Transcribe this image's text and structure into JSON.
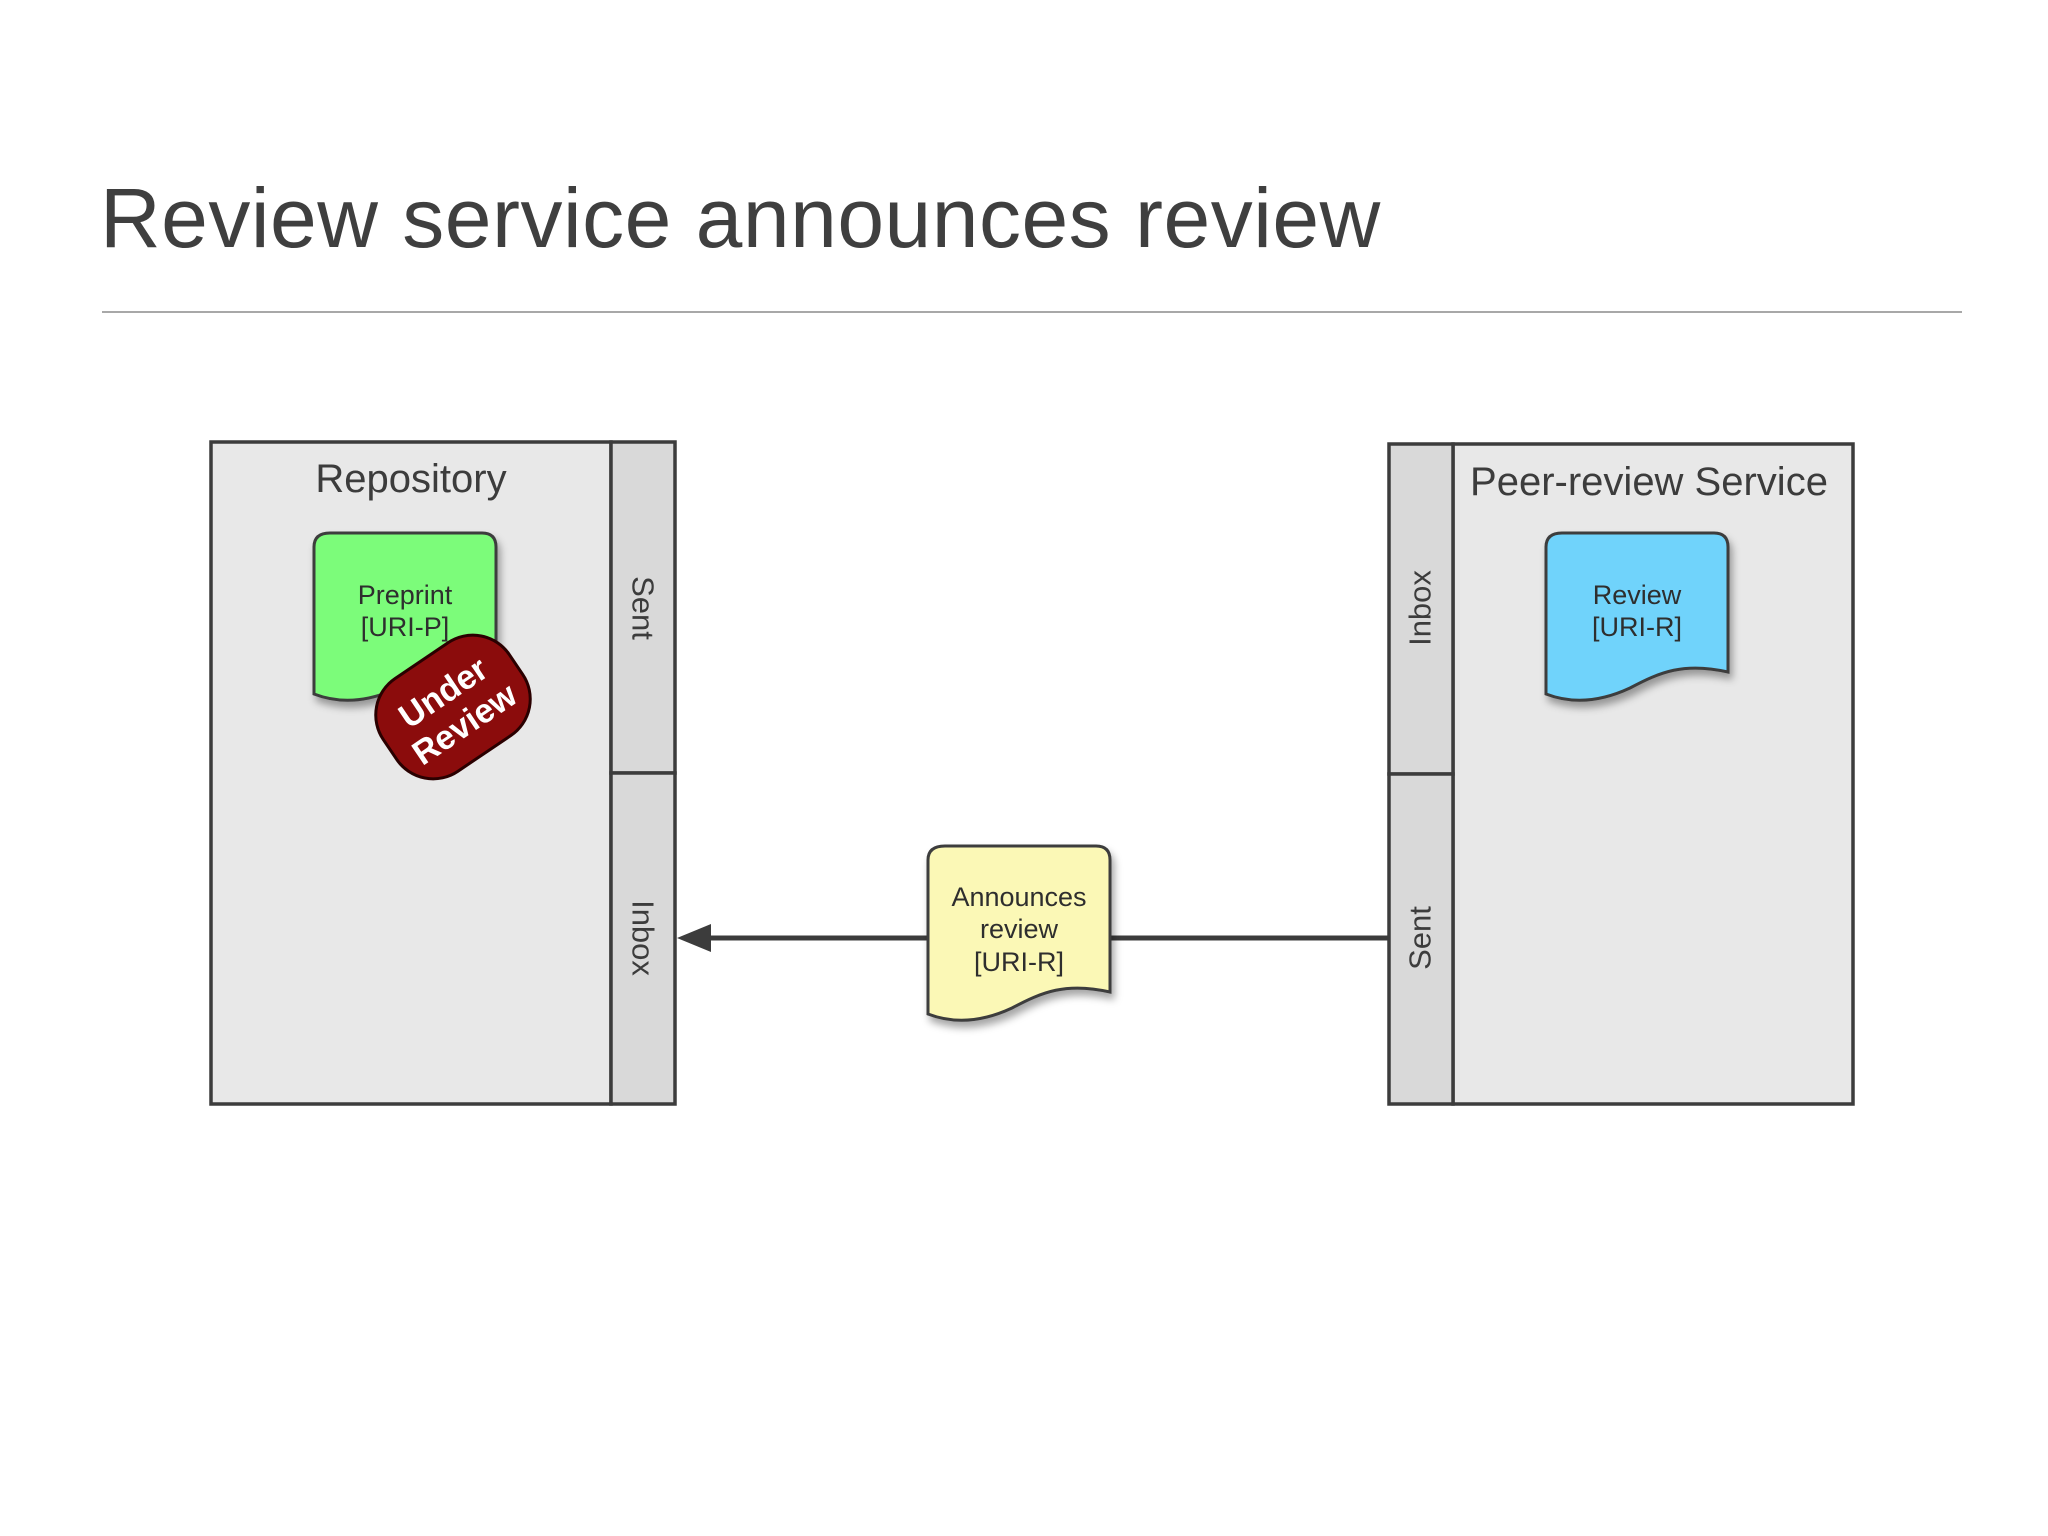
{
  "slide": {
    "title": "Review service announces review"
  },
  "repository": {
    "label": "Repository",
    "sent_label": "Sent",
    "inbox_label": "Inbox",
    "document": {
      "line1": "Preprint",
      "line2": "[URI-P]"
    },
    "stamp": {
      "line1": "Under",
      "line2": "Review"
    }
  },
  "peer_review_service": {
    "label": "Peer-review Service",
    "inbox_label": "Inbox",
    "sent_label": "Sent",
    "document": {
      "line1": "Review",
      "line2": "[URI-R]"
    }
  },
  "message": {
    "line1": "Announces",
    "line2": "review",
    "line3": "[URI-R]"
  },
  "colors": {
    "container_fill": "#e8e8e8",
    "tray_fill": "#d9d9d9",
    "border": "#3c3c3c",
    "preprint_fill": "#7cfc7a",
    "review_fill": "#6fd3fb",
    "message_fill": "#fbf8b6",
    "stamp_fill": "#8b0c0c",
    "title_text": "#3f3f3f",
    "rule": "#a8a8a8"
  }
}
